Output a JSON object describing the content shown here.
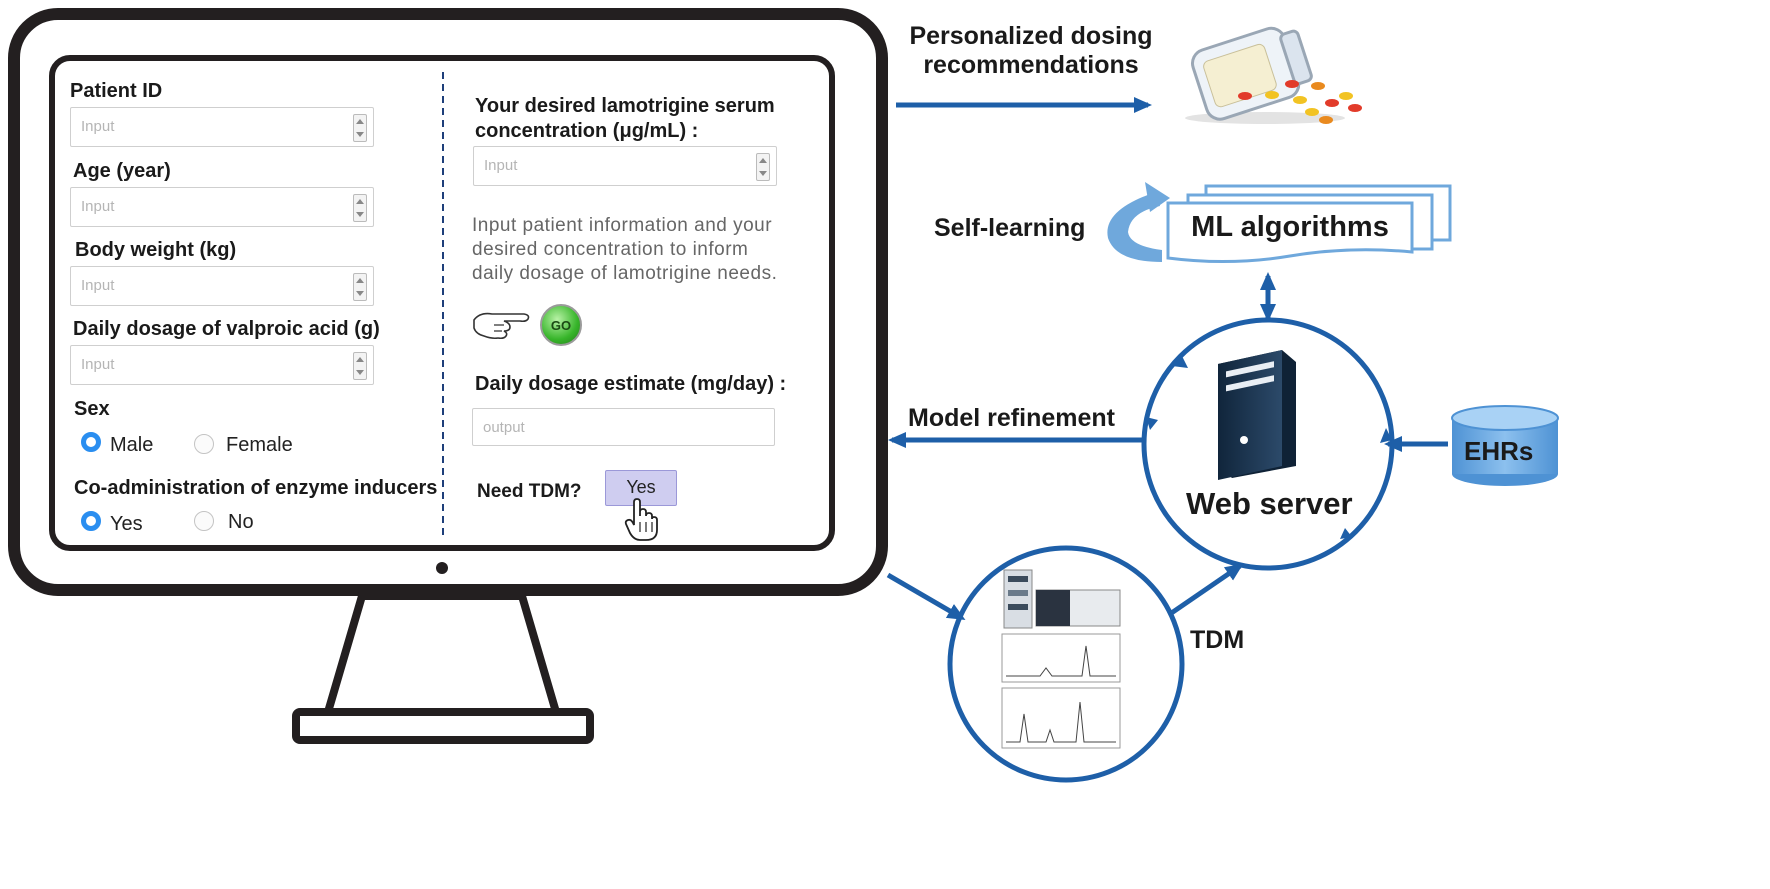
{
  "form": {
    "patient_id_label": "Patient ID",
    "age_label": "Age (year)",
    "weight_label": "Body weight (kg)",
    "valproic_label": "Daily dosage of valproic acid (g)",
    "input_placeholder": "Input",
    "sex_label": "Sex",
    "sex_options": [
      "Male",
      "Female"
    ],
    "sex_selected": "Male",
    "inducers_label": "Co-administration of enzyme inducers",
    "inducer_options": [
      "Yes",
      "No"
    ],
    "inducer_selected": "Yes",
    "desired_conc_label_line1": "Your desired lamotrigine serum",
    "desired_conc_label_line2": "concentration (μg/mL) :",
    "instructions_line1": "Input patient information and your",
    "instructions_line2": "desired concentration to inform",
    "instructions_line3": "daily dosage of lamotrigine needs.",
    "go_button": "GO",
    "estimate_label": "Daily dosage estimate (mg/day) :",
    "output_placeholder": "output",
    "need_tdm_label": "Need TDM?",
    "tdm_button": "Yes"
  },
  "diagram": {
    "personalized_line1": "Personalized dosing",
    "personalized_line2": "recommendations",
    "self_learning": "Self-learning",
    "ml_algorithms": "ML algorithms",
    "model_refinement": "Model refinement",
    "web_server": "Web server",
    "ehrs": "EHRs",
    "tdm": "TDM"
  },
  "colors": {
    "arrow_blue": "#1e5fa8",
    "light_blue": "#6fa8dc",
    "monitor_frame": "#231f20",
    "radio_accent": "#2a8ef0",
    "go_green": "#37b52a",
    "tdm_button": "#cfcdf0"
  }
}
